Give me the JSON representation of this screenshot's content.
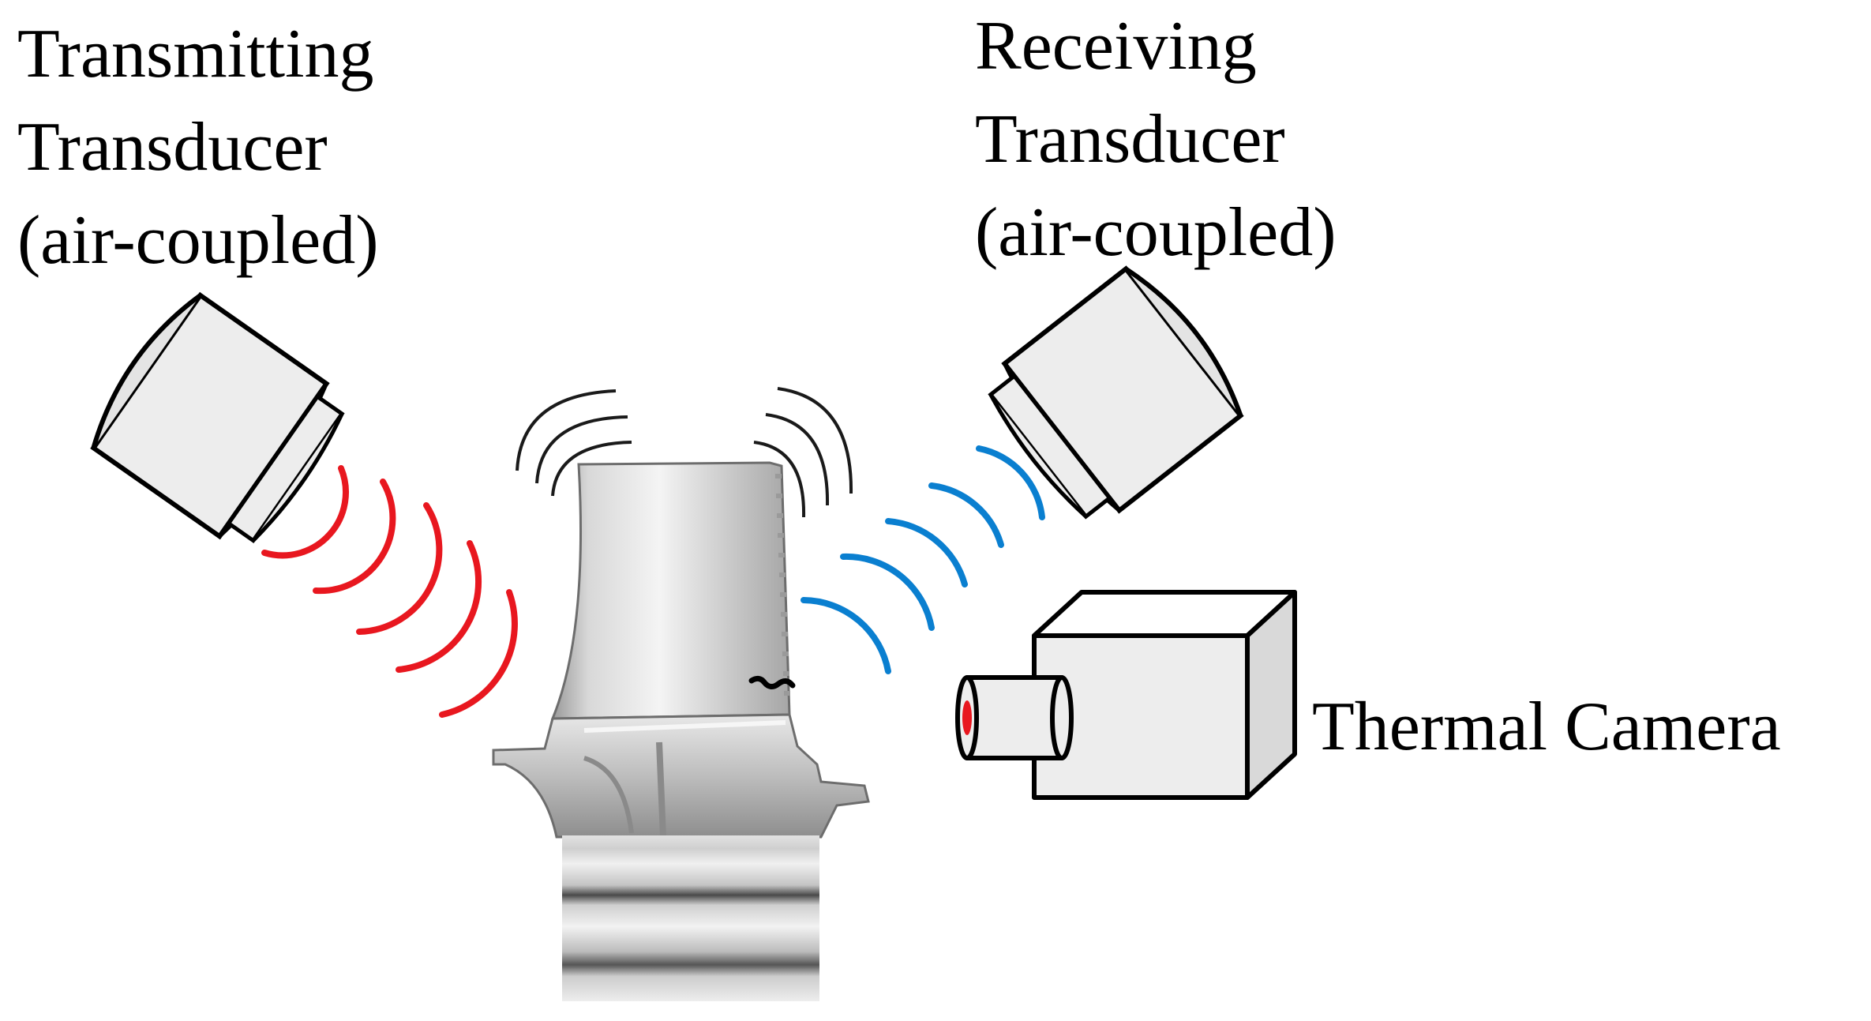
{
  "labels": {
    "transmitter": {
      "line1": "Transmitting",
      "line2": "Transducer",
      "line3": "(air-coupled)"
    },
    "receiver": {
      "line1": "Receiving",
      "line2": "Transducer",
      "line3": "(air-coupled)"
    },
    "camera": "Thermal Camera"
  },
  "colors": {
    "transmit_wave": "#e8171f",
    "receive_wave": "#0a7fd0",
    "camera_lens_spot": "#e8171f",
    "outline": "#000000",
    "device_fill": "#ededed"
  },
  "icons": {
    "transmitter": "air-coupled-transducer-icon",
    "receiver": "air-coupled-transducer-icon",
    "camera": "thermal-camera-icon",
    "specimen": "turbine-blade-icon"
  }
}
